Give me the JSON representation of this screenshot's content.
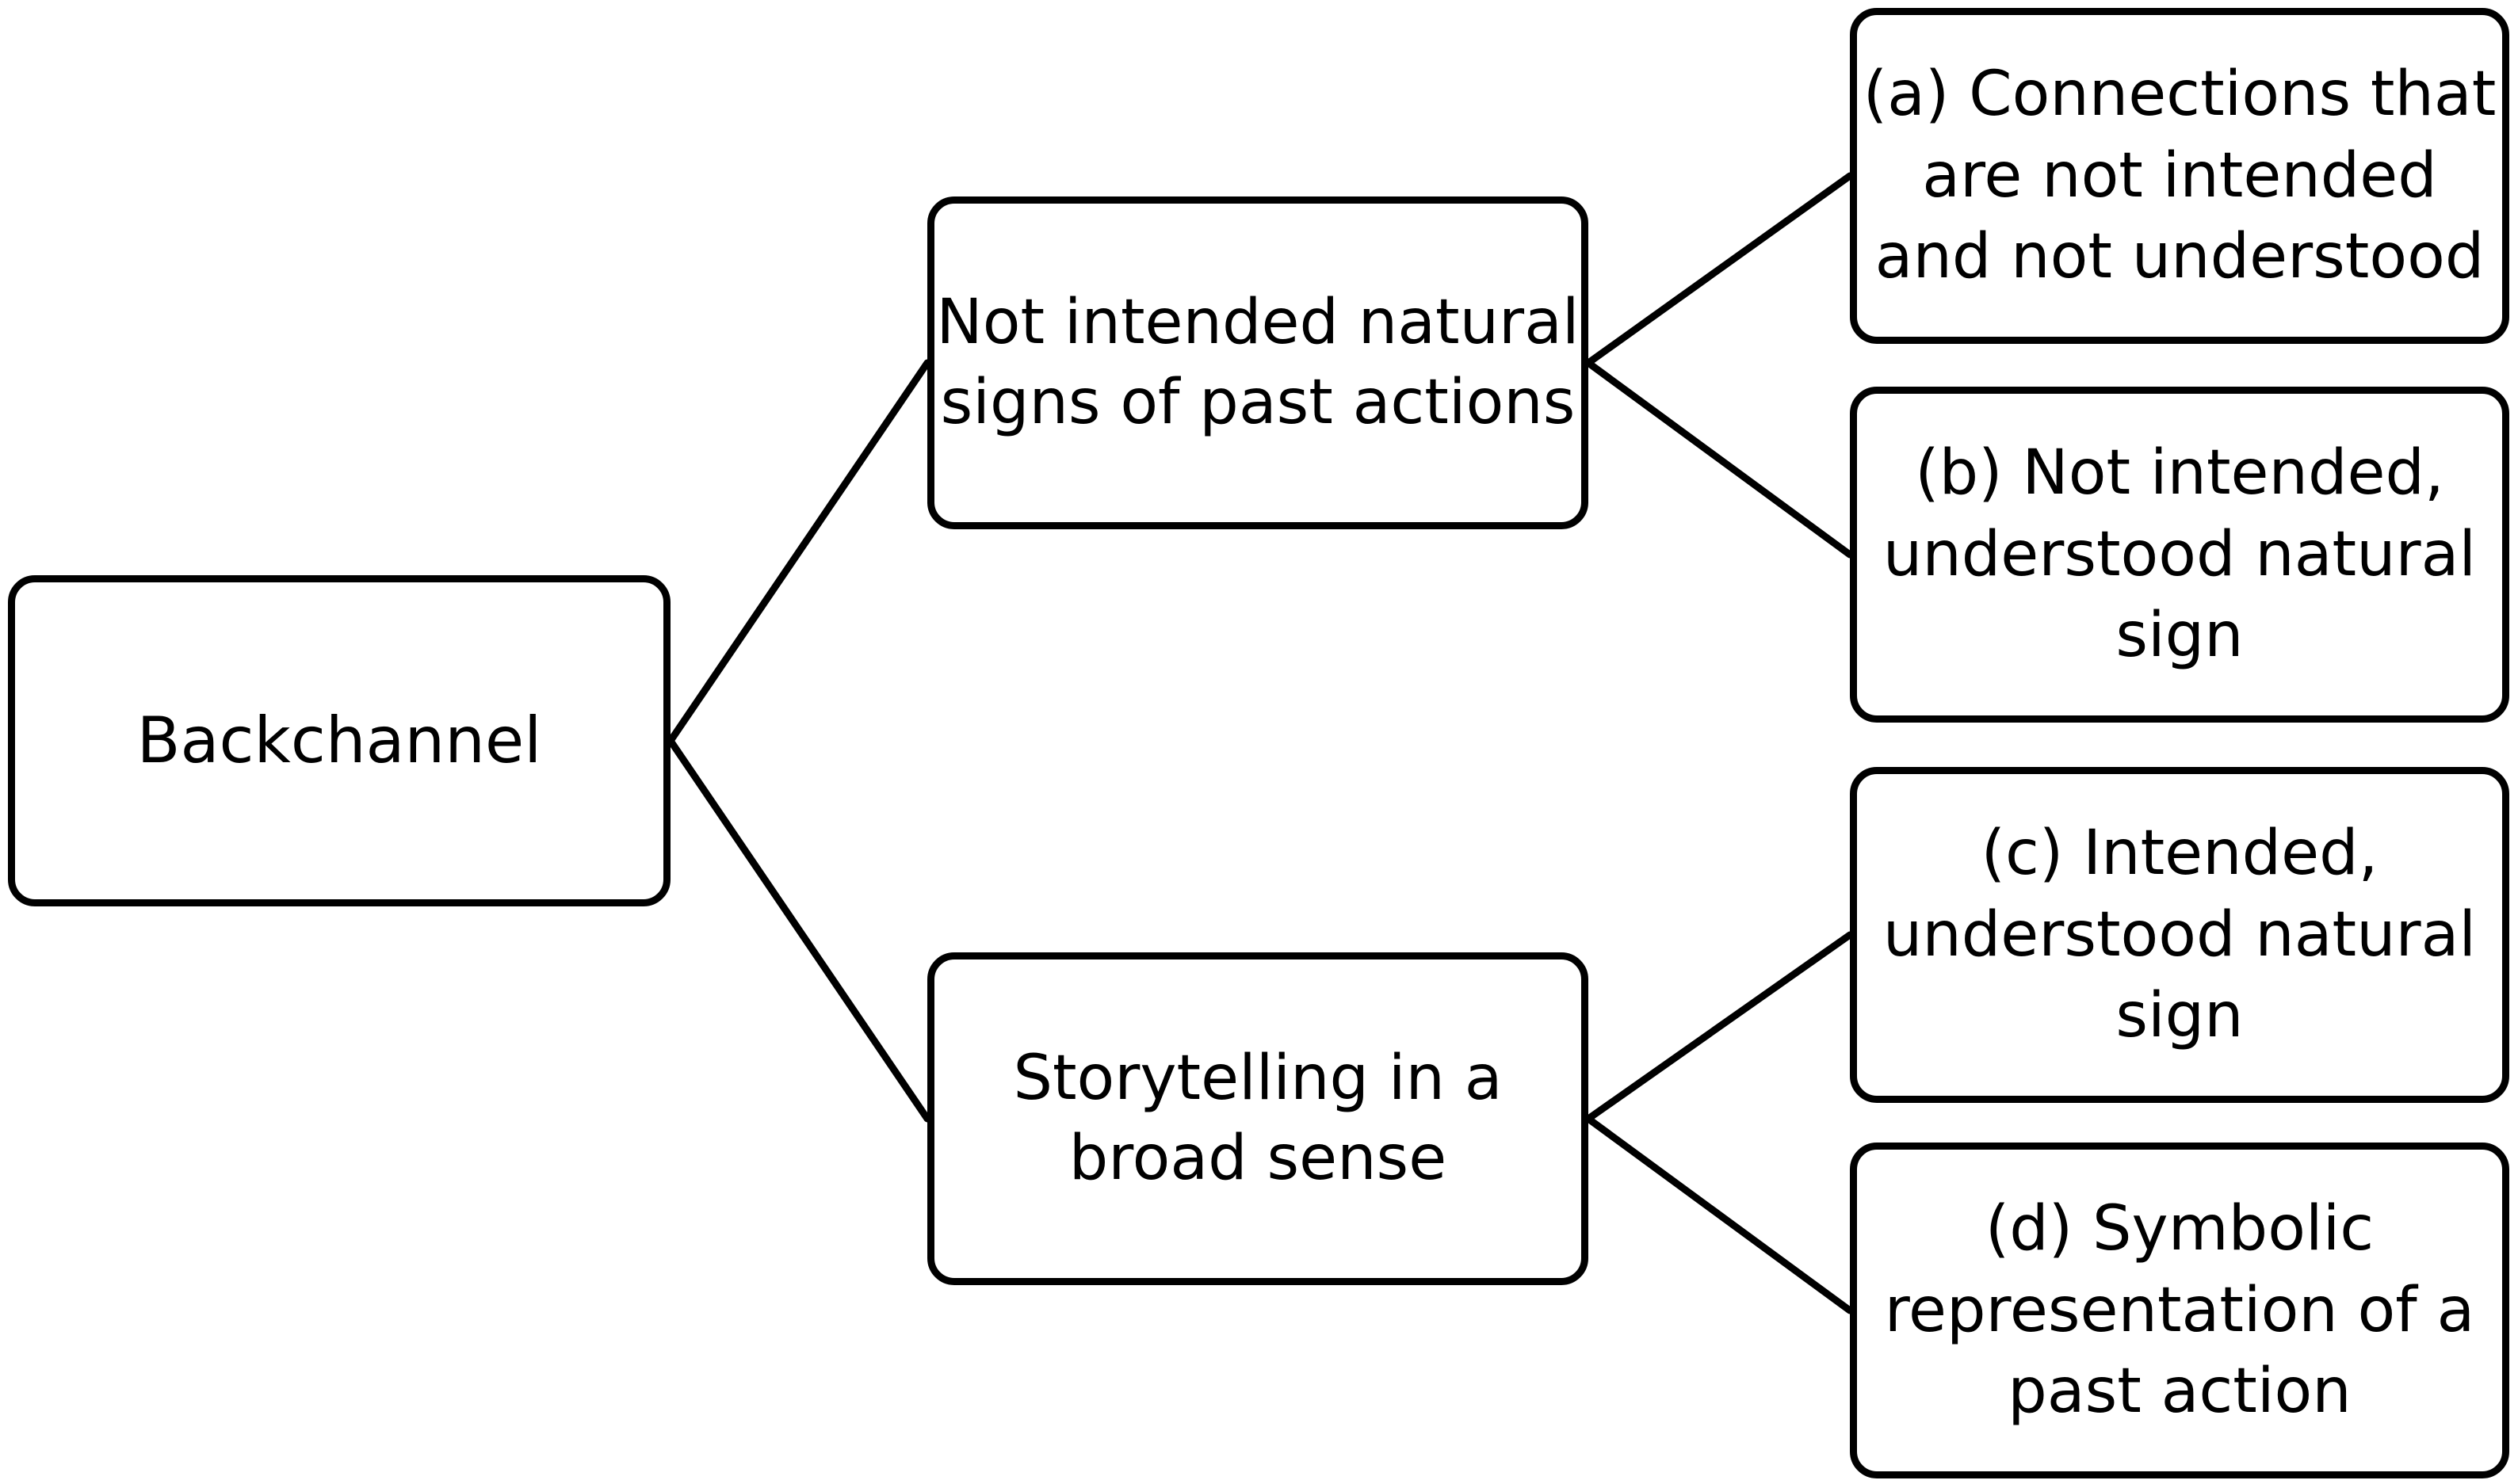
{
  "diagram": {
    "root": {
      "label": "Backchannel"
    },
    "branches": [
      {
        "label": "Not intended natural\nsigns of past actions",
        "leaves": [
          {
            "label": "(a) Connections that\nare not intended\nand not understood"
          },
          {
            "label": "(b) Not intended,\nunderstood natural\nsign"
          }
        ]
      },
      {
        "label": "Storytelling in a\nbroad sense",
        "leaves": [
          {
            "label": "(c) Intended,\nunderstood natural\nsign"
          },
          {
            "label": "(d) Symbolic\nrepresentation of a\npast action"
          }
        ]
      }
    ]
  }
}
